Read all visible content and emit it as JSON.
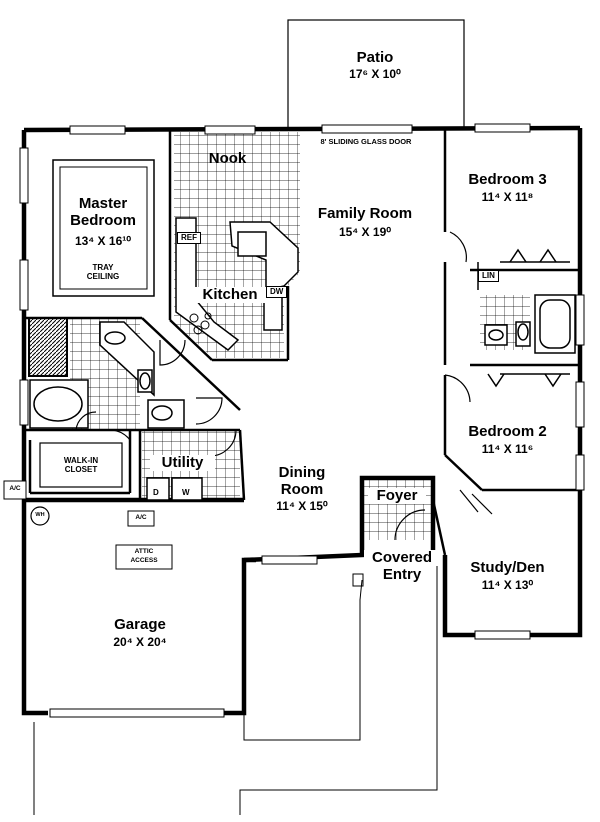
{
  "rooms": {
    "patio": {
      "name": "Patio",
      "dim": "17⁶ X 10⁰"
    },
    "master": {
      "name1": "Master",
      "name2": "Bedroom",
      "dim": "13⁴ X 16¹⁰",
      "note1": "TRAY",
      "note2": "CEILING"
    },
    "nook": {
      "name": "Nook"
    },
    "kitchen": {
      "name": "Kitchen"
    },
    "family": {
      "name": "Family Room",
      "dim": "15⁴ X 19⁰"
    },
    "bed3": {
      "name": "Bedroom 3",
      "dim": "11⁴ X 11⁸"
    },
    "bed2": {
      "name": "Bedroom 2",
      "dim": "11⁴ X 11⁶"
    },
    "study": {
      "name": "Study/Den",
      "dim": "11⁴ X 13⁰"
    },
    "dining": {
      "name1": "Dining",
      "name2": "Room",
      "dim": "11⁴ X 15⁰"
    },
    "foyer": {
      "name": "Foyer"
    },
    "covered": {
      "name1": "Covered",
      "name2": "Entry"
    },
    "utility": {
      "name": "Utility"
    },
    "garage": {
      "name": "Garage",
      "dim": "20⁴ X 20⁴"
    },
    "closet": {
      "name1": "WALK-IN",
      "name2": "CLOSET"
    }
  },
  "labels": {
    "sliding_door": "8' SLIDING GLASS DOOR",
    "ref": "REF",
    "dw": "DW",
    "lin": "LIN",
    "ac_outside": "A/C",
    "ac_garage": "A/C",
    "wh": "WH",
    "attic1": "ATTIC",
    "attic2": "ACCESS",
    "dryer": "D",
    "washer": "W"
  }
}
